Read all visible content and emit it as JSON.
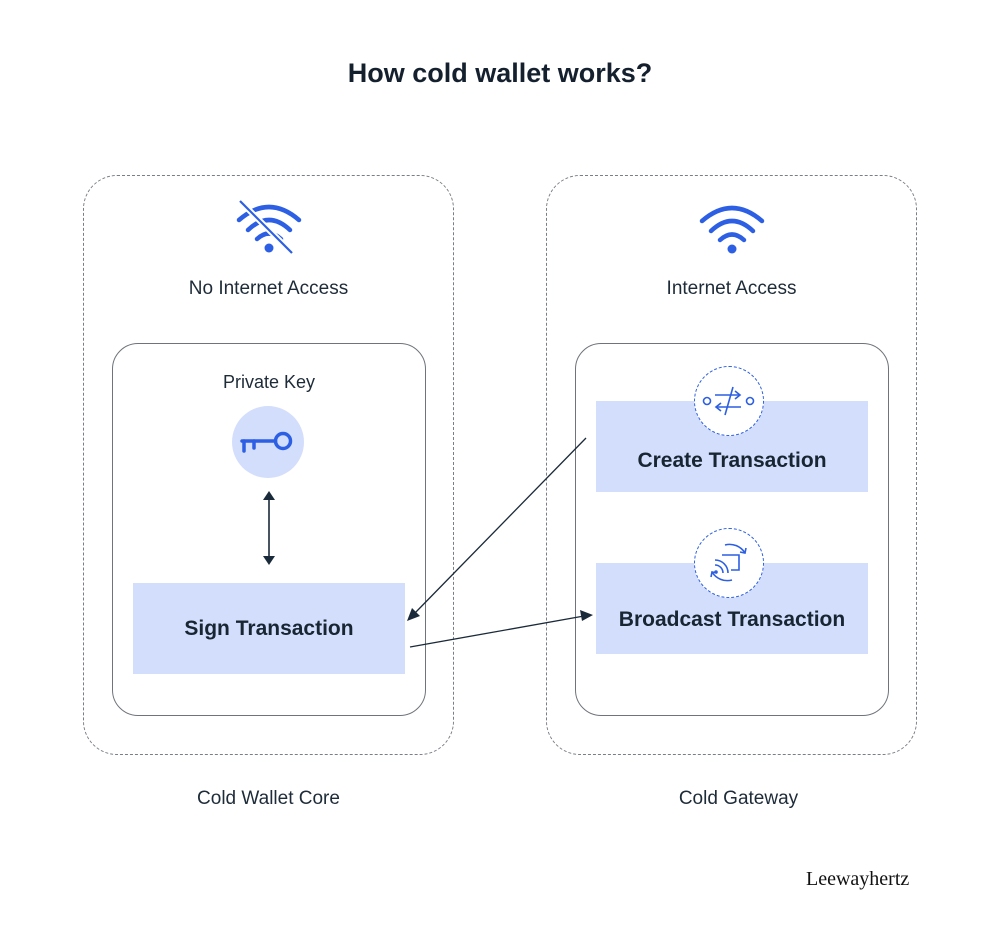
{
  "title": "How cold wallet works?",
  "left": {
    "connectivity_label": "No Internet Access",
    "private_key_label": "Private Key",
    "sign_label": "Sign Transaction",
    "panel_label": "Cold Wallet Core",
    "icons": [
      "wifi-off-icon",
      "key-icon"
    ]
  },
  "right": {
    "connectivity_label": "Internet Access",
    "create_label": "Create Transaction",
    "broadcast_label": "Broadcast Transaction",
    "panel_label": "Cold Gateway",
    "icons": [
      "wifi-icon",
      "exchange-icon",
      "broadcast-icon"
    ]
  },
  "brand": "Leewayhertz",
  "colors": {
    "accent": "#2c5fe3",
    "box_fill": "#d3defc",
    "text": "#1b2a3a"
  }
}
